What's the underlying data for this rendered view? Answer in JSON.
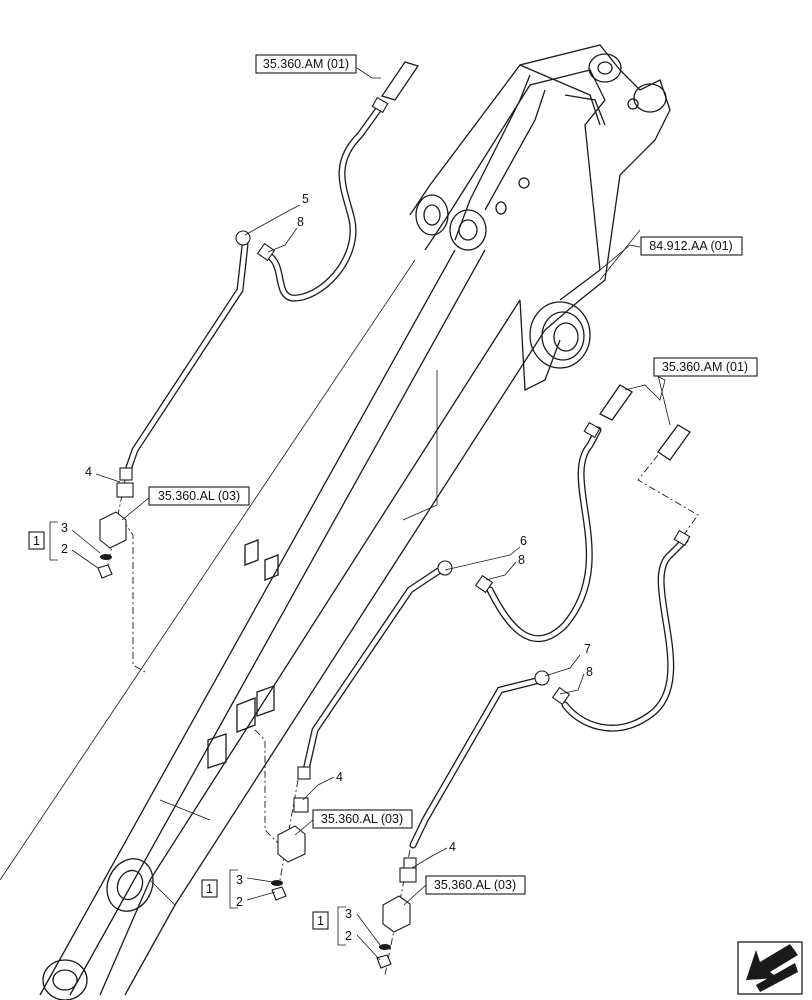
{
  "refs": {
    "ref_am_top": "35.360.AM (01)",
    "ref_am_right": "35.360.AM (01)",
    "ref_aa": "84.912.AA (01)",
    "ref_al_left": "35.360.AL (03)",
    "ref_al_mid": "35.360.AL (03)",
    "ref_al_right": "35.360.AL (03)"
  },
  "callouts": {
    "c5": "5",
    "c8a": "8",
    "c4a": "4",
    "c3a": "3",
    "c2a": "2",
    "c1a": "1",
    "c6": "6",
    "c8b": "8",
    "c7": "7",
    "c8c": "8",
    "c4b": "4",
    "c3b": "3",
    "c2b": "2",
    "c1b": "1",
    "c4c": "4",
    "c3c": "3",
    "c2c": "2",
    "c1c": "1"
  },
  "icons": {
    "nav": "arrow-navigation-icon"
  }
}
